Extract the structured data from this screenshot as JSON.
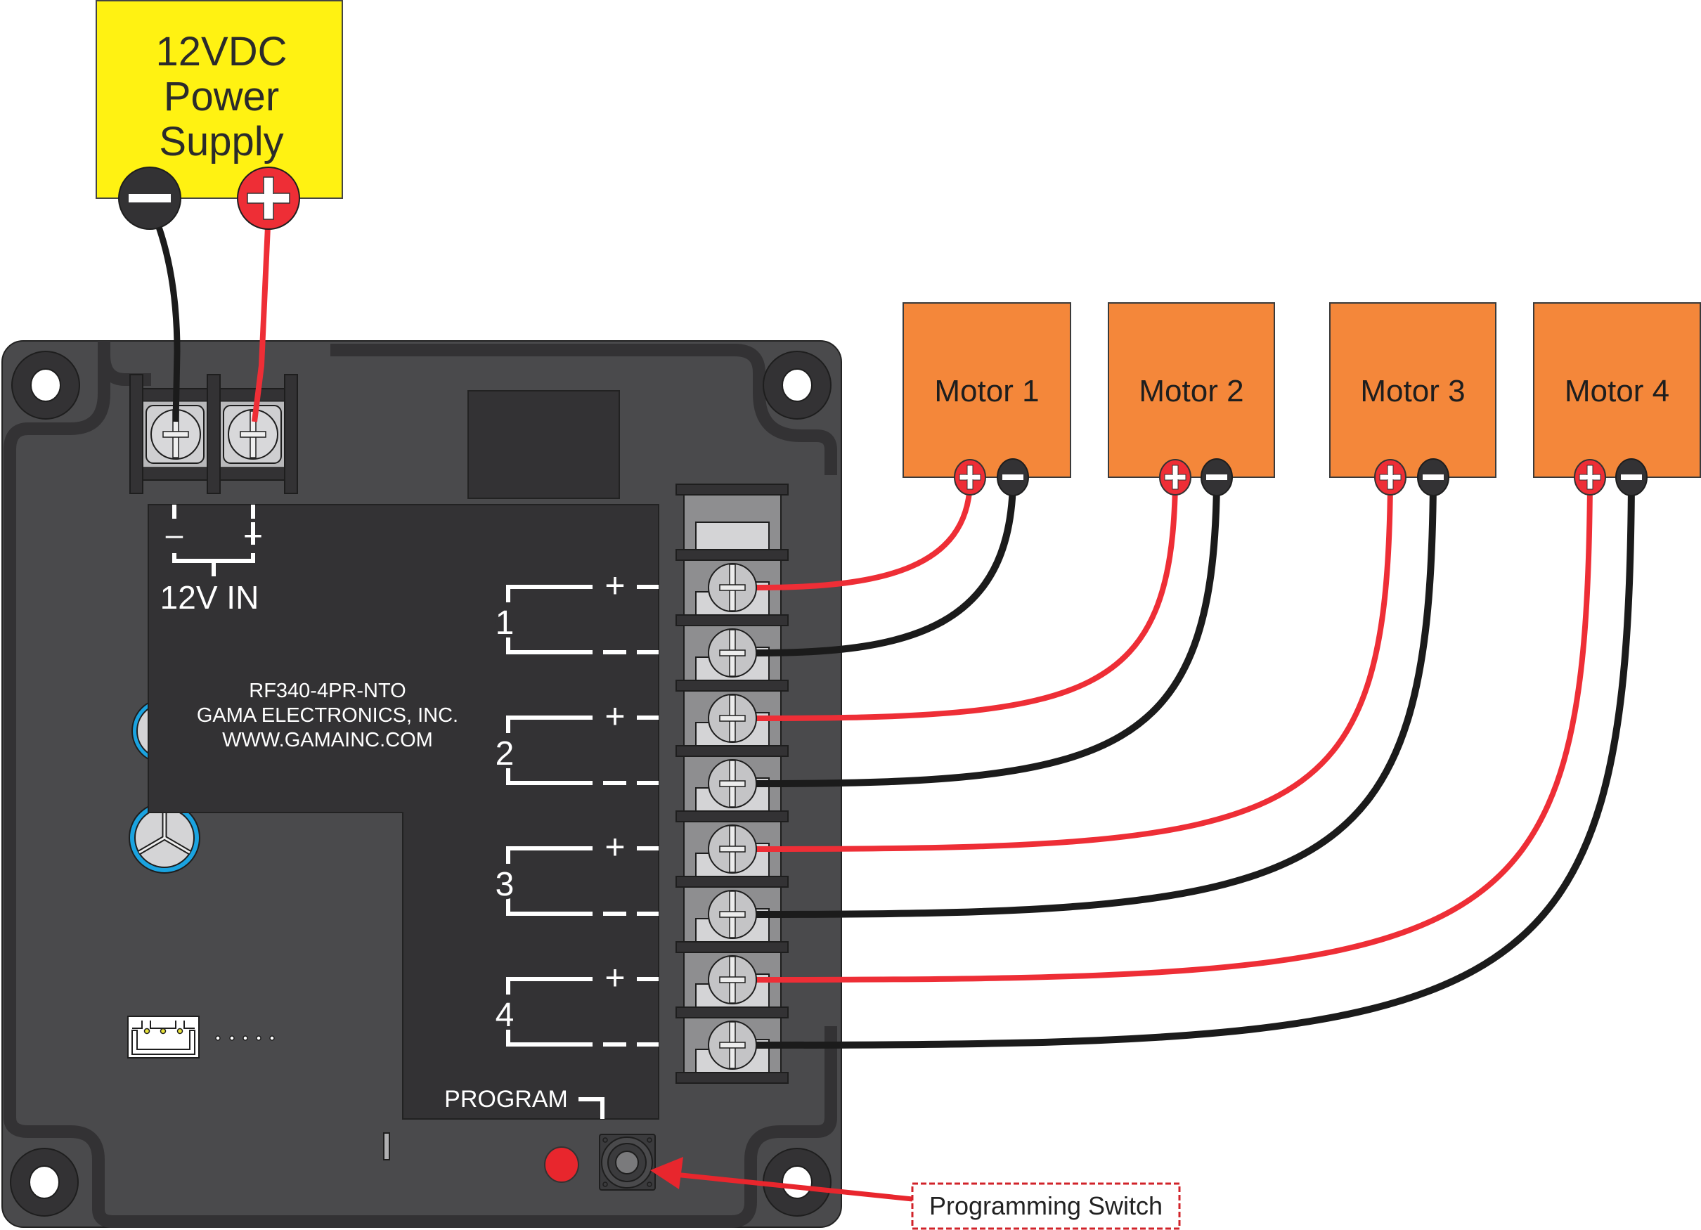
{
  "title": "RF340-4PR-NTO wiring diagram",
  "power_supply": {
    "lines": [
      "12VDC",
      "Power",
      "Supply"
    ],
    "negative_symbol": "minus-icon",
    "positive_symbol": "plus-icon",
    "color": "#fff212"
  },
  "board": {
    "model": "RF340-4PR-NTO",
    "manufacturer": "GAMA ELECTRONICS, INC.",
    "website": "WWW.GAMAINC.COM",
    "power_input": {
      "label": "12V IN",
      "minus": "–",
      "plus": "+"
    },
    "outputs": [
      {
        "number": "1",
        "plus": "+"
      },
      {
        "number": "2",
        "plus": "+"
      },
      {
        "number": "3",
        "plus": "+"
      },
      {
        "number": "4",
        "plus": "+"
      }
    ],
    "program_label": "PROGRAM",
    "colors": {
      "body": "#4a4a4c",
      "panel": "#333234",
      "groove": "#333234",
      "capacitor_ring": "#1aa3e0",
      "led": "#e8262d"
    }
  },
  "motors": [
    {
      "label": "Motor 1"
    },
    {
      "label": "Motor 2"
    },
    {
      "label": "Motor 3"
    },
    {
      "label": "Motor 4"
    }
  ],
  "motor_color": "#f4873a",
  "wire_colors": {
    "positive": "#ee2e36",
    "negative": "#1b1b1b"
  },
  "callout": {
    "label": "Programming Switch",
    "color": "#e8262d"
  }
}
